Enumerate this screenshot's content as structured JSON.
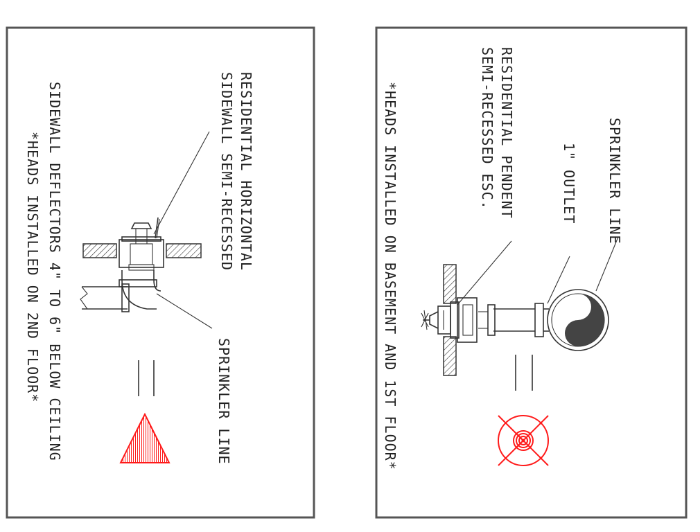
{
  "panel_left": {
    "label_head_line1": "RESIDENTIAL HORIZONTAL",
    "label_head_line2": "SIDEWALL SEMI-RECESSED",
    "label_deflectors": "SIDEWALL DEFLECTORS 4\" TO 6\" BELOW CEILING",
    "label_floor_note": "*HEADS INSTALLED ON 2ND FLOOR*",
    "label_sprinkler_line": "SPRINKLER LINE",
    "legend_symbol": "red-triangle-icon",
    "legend_color": "#ff1a1a"
  },
  "panel_right": {
    "label_sprinkler_line": "SPRINKLER LINE",
    "label_outlet": "1\" OUTLET",
    "label_head_line1": "RESIDENTIAL PENDENT",
    "label_head_line2": "SEMI-RECESSED ESC.",
    "label_floor_note": "*HEADS INSTALLED ON BASEMENT AND 1ST FLOOR*",
    "legend_symbol": "red-crosshair-circle-icon",
    "legend_color": "#ff1a1a"
  },
  "colors": {
    "line": "#333333",
    "frame": "#555555",
    "accent": "#ff1a1a",
    "fill_dark": "#444444"
  }
}
